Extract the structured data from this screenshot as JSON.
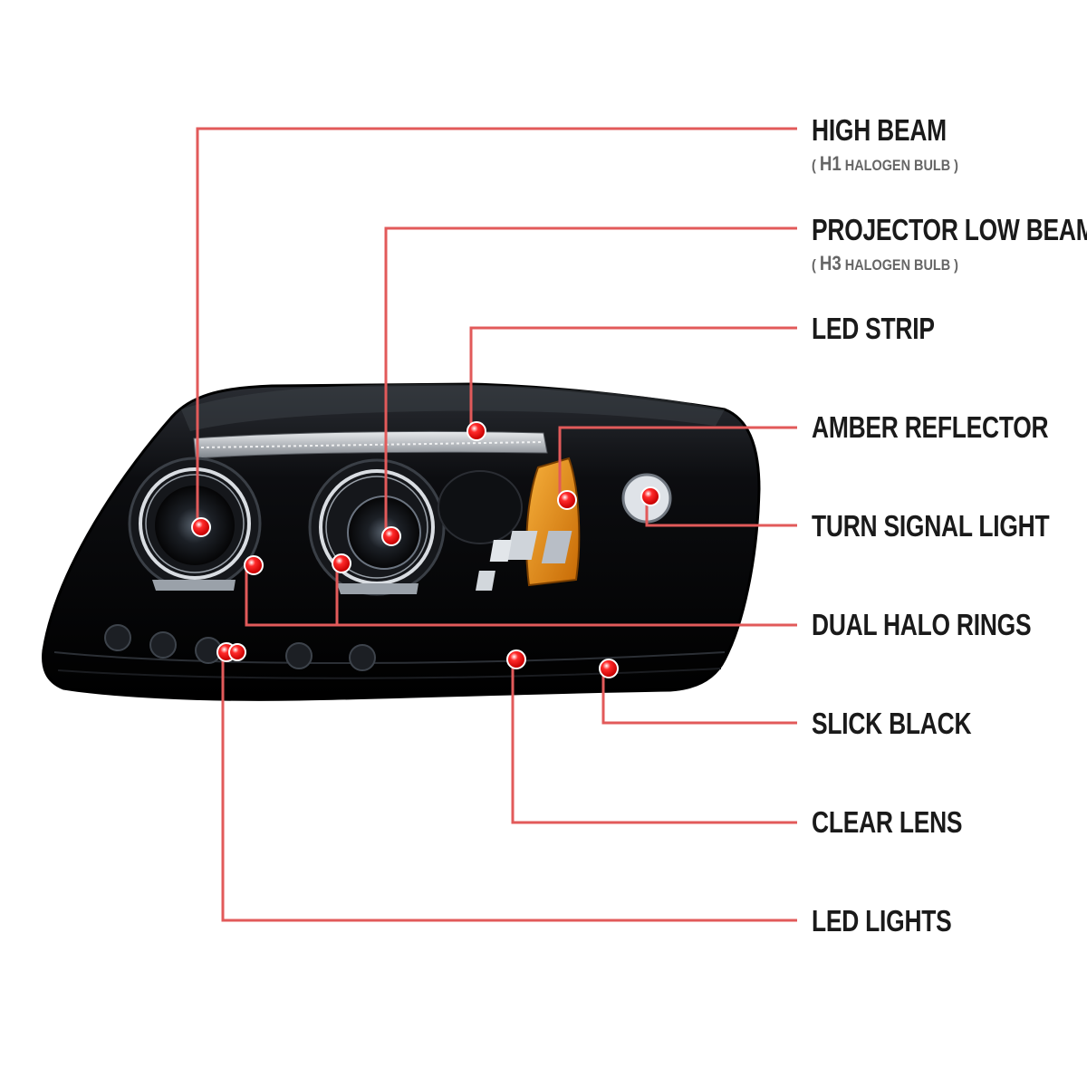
{
  "colors": {
    "leader_line": "#e25a5a",
    "marker": "#e01414",
    "housing": "#0b0b0d",
    "amber": "#e8920f"
  },
  "image": {
    "subject": "headlight-illustration",
    "markers": [
      "high-beam",
      "projector-low-beam",
      "led-strip",
      "amber-reflector",
      "turn-signal-light",
      "halo-ring-left",
      "halo-ring-right",
      "slick-black",
      "clear-lens",
      "led-lights"
    ]
  },
  "labels": [
    {
      "id": "high-beam",
      "title": "HIGH BEAM",
      "sub_open": "( ",
      "sub_code": "H1",
      "sub_text": " HALOGEN BULB )"
    },
    {
      "id": "projector-low-beam",
      "title": "PROJECTOR LOW BEAM",
      "sub_open": "( ",
      "sub_code": "H3",
      "sub_text": " HALOGEN BULB )"
    },
    {
      "id": "led-strip",
      "title": "LED STRIP"
    },
    {
      "id": "amber-reflector",
      "title": "AMBER REFLECTOR"
    },
    {
      "id": "turn-signal-light",
      "title": "TURN SIGNAL LIGHT"
    },
    {
      "id": "dual-halo-rings",
      "title": "DUAL HALO RINGS"
    },
    {
      "id": "slick-black",
      "title": "SLICK BLACK"
    },
    {
      "id": "clear-lens",
      "title": "CLEAR LENS"
    },
    {
      "id": "led-lights",
      "title": "LED LIGHTS"
    }
  ]
}
